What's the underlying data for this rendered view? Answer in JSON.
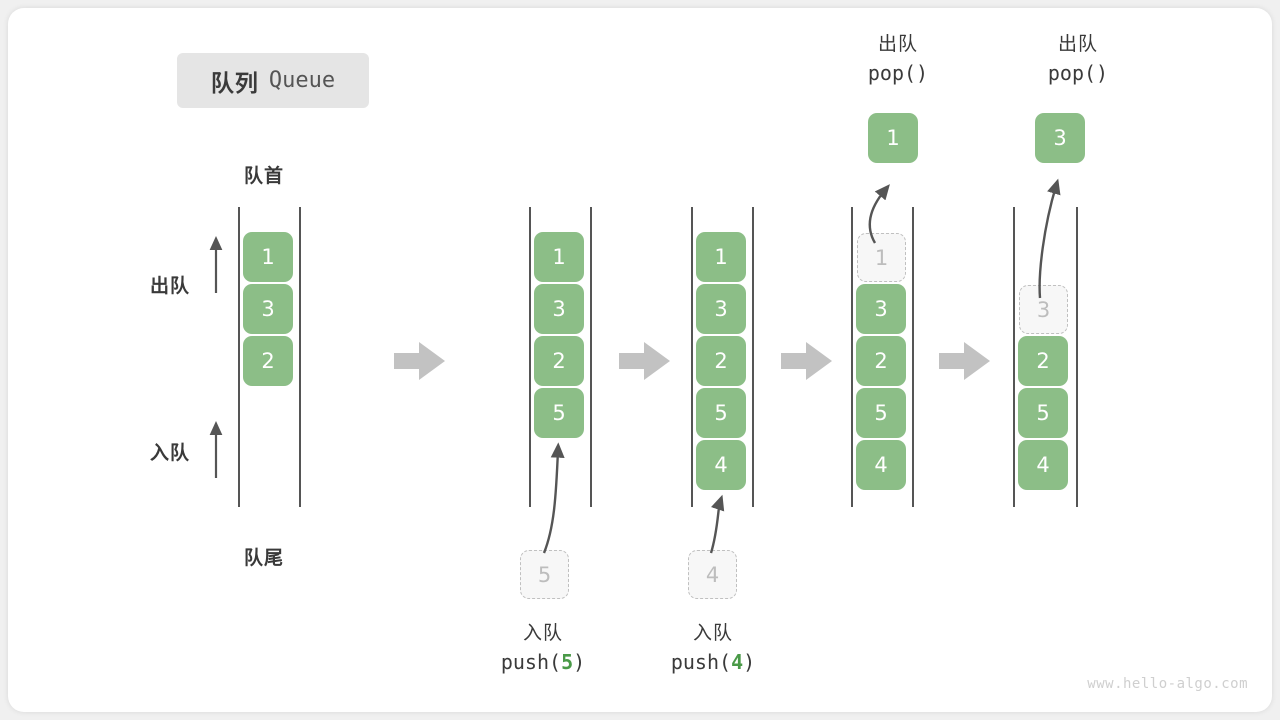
{
  "title": {
    "cn": "队列",
    "en": "Queue"
  },
  "labels": {
    "front": "队首",
    "rear": "队尾",
    "dequeue": "出队",
    "enqueue": "入队"
  },
  "watermark": "www.hello-algo.com",
  "colors": {
    "cell_green": "#8cbe87",
    "ghost_fill": "#f7f7f7",
    "ghost_border": "#c0c0c0",
    "rail": "#555555",
    "flow_arrow": "#c2c2c2",
    "code_accent": "#4a9a48",
    "badge_bg": "#e5e5e5"
  },
  "columns": [
    {
      "name": "initial-queue",
      "cells": [
        "1",
        "3",
        "2"
      ],
      "ghost": null,
      "popped": null,
      "caption_cn": null,
      "caption_code": null
    },
    {
      "name": "after-push-5",
      "cells": [
        "1",
        "3",
        "2",
        "5"
      ],
      "ghost": "5",
      "popped": null,
      "caption_cn": "入队",
      "caption_code_prefix": "push(",
      "caption_code_value": "5",
      "caption_code_suffix": ")"
    },
    {
      "name": "after-push-4",
      "cells": [
        "1",
        "3",
        "2",
        "5",
        "4"
      ],
      "ghost": "4",
      "popped": null,
      "caption_cn": "入队",
      "caption_code_prefix": "push(",
      "caption_code_value": "4",
      "caption_code_suffix": ")"
    },
    {
      "name": "after-pop-1",
      "cells": [
        "3",
        "2",
        "5",
        "4"
      ],
      "ghost": "1",
      "popped": "1",
      "top_cn": "出队",
      "top_code": "pop()"
    },
    {
      "name": "after-pop-3",
      "cells": [
        "2",
        "5",
        "4"
      ],
      "ghost": "3",
      "popped": "3",
      "top_cn": "出队",
      "top_code": "pop()"
    }
  ]
}
